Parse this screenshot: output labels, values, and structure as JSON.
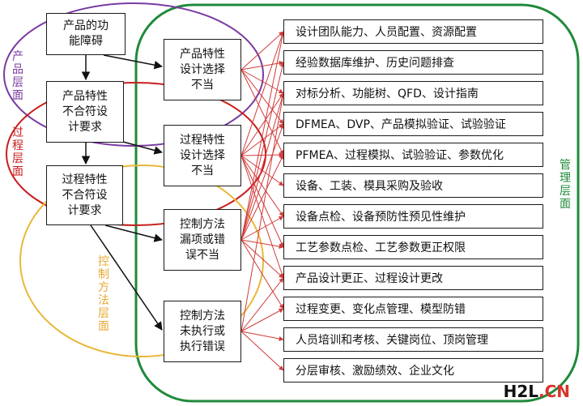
{
  "left_boxes": [
    {
      "text": "产品的功\n能障碍"
    },
    {
      "text": "产品特性\n不合符设\n计要求"
    },
    {
      "text": "过程特性\n不合符设\n计要求"
    }
  ],
  "middle_boxes": [
    {
      "text": "产品特性\n设计选择\n不当"
    },
    {
      "text": "过程特性\n设计选择\n不当"
    },
    {
      "text": "控制方法\n漏项或错\n误不当"
    },
    {
      "text": "控制方法\n未执行或\n执行错误"
    }
  ],
  "right_boxes": [
    {
      "text": "设计团队能力、人员配置、资源配置"
    },
    {
      "text": "经验数据库维护、历史问题排查"
    },
    {
      "text": "对标分析、功能树、QFD、设计指南"
    },
    {
      "text": "DFMEA、DVP、产品模拟验证、试验验证"
    },
    {
      "text": "PFMEA、过程模拟、试验验证、参数优化"
    },
    {
      "text": "设备、工装、模具采购及验收"
    },
    {
      "text": "设备点检、设备预防性预见性维护"
    },
    {
      "text": "工艺参数点检、工艺参数更正权限"
    },
    {
      "text": "产品设计更正、过程设计更改"
    },
    {
      "text": "过程变更、变化点管理、模型防错"
    },
    {
      "text": "人员培训和考核、关键岗位、顶岗管理"
    },
    {
      "text": "分层审核、激励绩效、企业文化"
    }
  ],
  "layer_labels": {
    "product": "产品\n层面",
    "process": "过程\n层面",
    "control": "控制\n方法\n层面",
    "management": "管理\n层面"
  },
  "colors": {
    "purple": "#7a3aa0",
    "red": "#c81e1e",
    "yellow": "#e8b838",
    "green": "#1f8a3a",
    "arrow_red": "#d23a3a",
    "arrow_black": "#111111"
  },
  "watermark": {
    "brand": "H2L",
    "suffix": ".CN"
  }
}
